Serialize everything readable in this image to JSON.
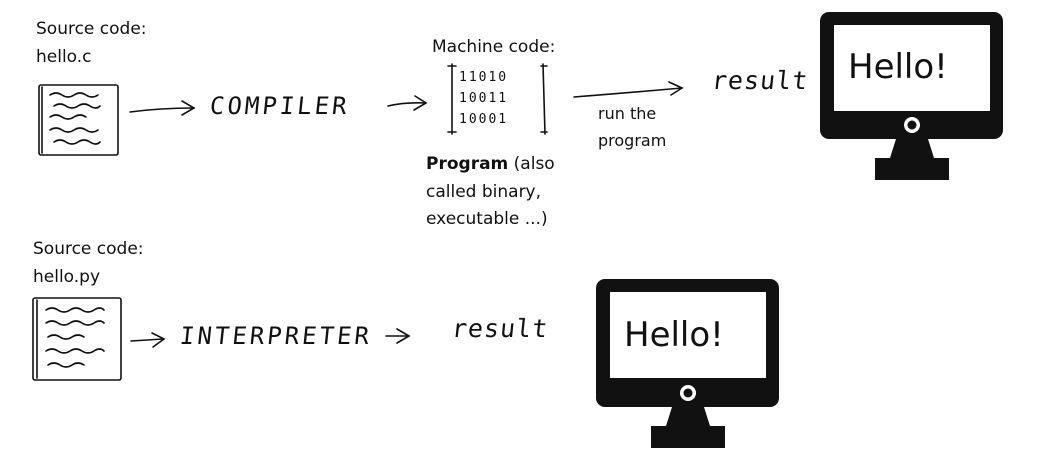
{
  "compiled": {
    "source_label": "Source code:",
    "source_file": "hello.c",
    "compiler_label": "COMPILER",
    "machine_code_label": "Machine code:",
    "binary_lines": [
      "11010",
      "10011",
      "10001"
    ],
    "run_label_line1": "run the",
    "run_label_line2": "program",
    "result_label": "result",
    "program_bold": "Program",
    "program_rest": " (also",
    "program_line2": "called binary,",
    "program_line3": "executable ...)",
    "screen_text": "Hello!"
  },
  "interpreted": {
    "source_label": "Source code:",
    "source_file": "hello.py",
    "interpreter_label": "INTERPRETER",
    "result_label": "result",
    "screen_text": "Hello!"
  },
  "colors": {
    "ink": "#111111",
    "screen": "#ffffff"
  },
  "icons": [
    "document-icon",
    "arrow-icon",
    "monitor-icon"
  ]
}
